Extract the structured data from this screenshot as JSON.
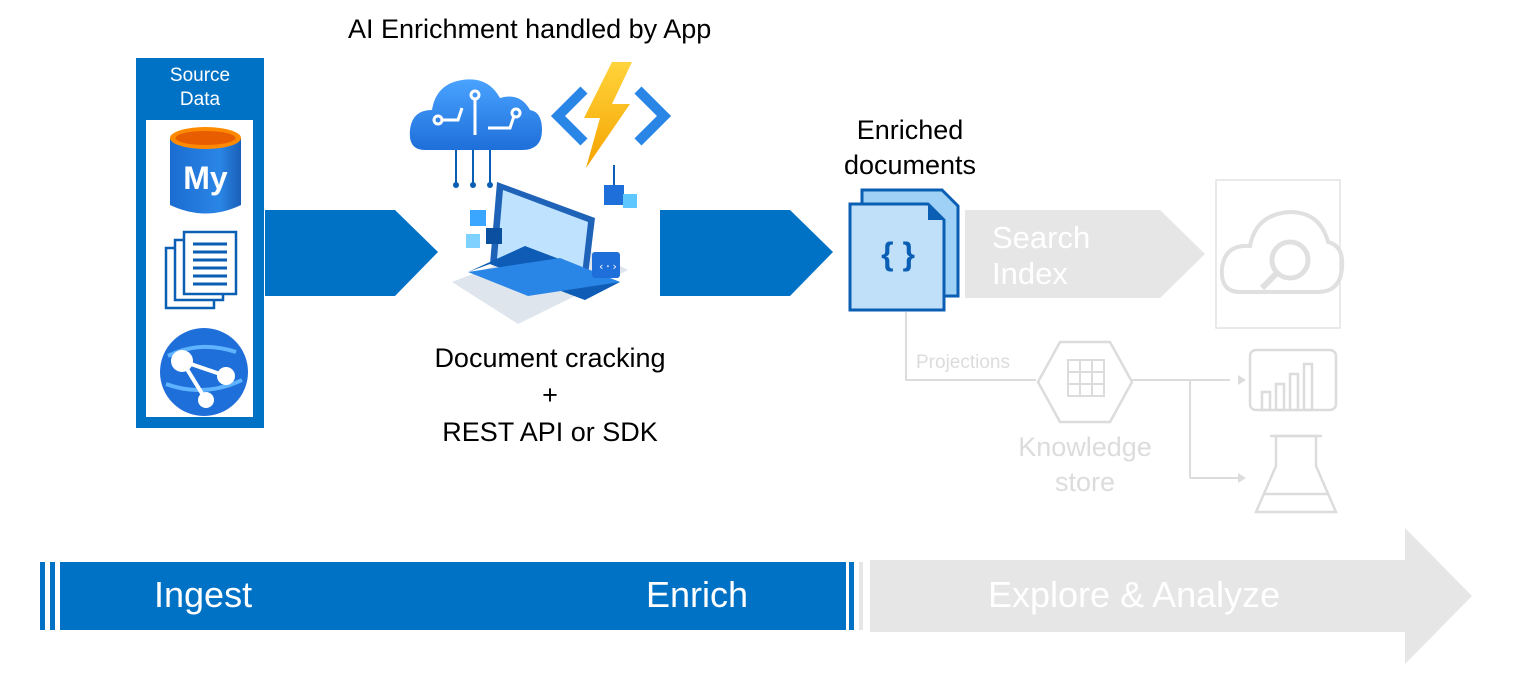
{
  "source_panel": {
    "title_line1": "Source",
    "title_line2": "Data",
    "icons": [
      "mysql-database-icon",
      "documents-icon",
      "web-globe-icon"
    ],
    "mysql_label": "My"
  },
  "enrichment": {
    "title": "AI Enrichment handled by App",
    "caption_line1": "Document cracking",
    "caption_line2": "+",
    "caption_line3": "REST API or SDK",
    "icons": [
      "cognitive-cloud-icon",
      "azure-function-icon",
      "laptop-icon"
    ]
  },
  "enriched_docs": {
    "label_line1": "Enriched",
    "label_line2": "documents",
    "glyph": "{ }"
  },
  "search_index": {
    "label_line1": "Search",
    "label_line2": "Index"
  },
  "projections": {
    "label": "Projections"
  },
  "knowledge_store": {
    "label_line1": "Knowledge",
    "label_line2": "store"
  },
  "explore_icons": [
    "search-cloud-icon",
    "power-bi-icon",
    "machine-learning-icon"
  ],
  "timeline": {
    "ingest": "Ingest",
    "enrich": "Enrich",
    "explore": "Explore & Analyze"
  },
  "colors": {
    "primary_blue": "#0072c6",
    "faded_gray": "#e6e6e6",
    "faded_stroke": "#dcdcdc",
    "faded_text": "#ffffff"
  }
}
